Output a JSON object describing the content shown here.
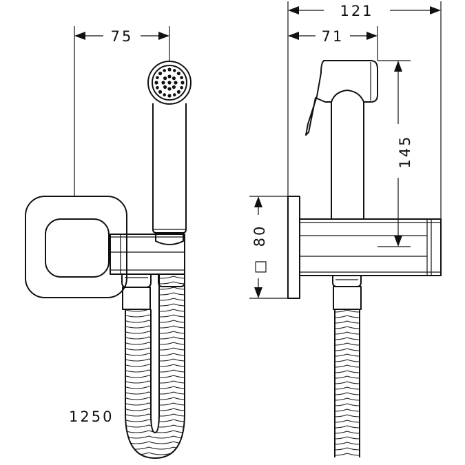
{
  "dimensions": {
    "total_depth": "121",
    "depth_to_spout": "71",
    "handset_offset": "75",
    "handset_height": "145",
    "plate_size": "80",
    "plate_size_symbol": "□",
    "hose_length": "1250"
  }
}
